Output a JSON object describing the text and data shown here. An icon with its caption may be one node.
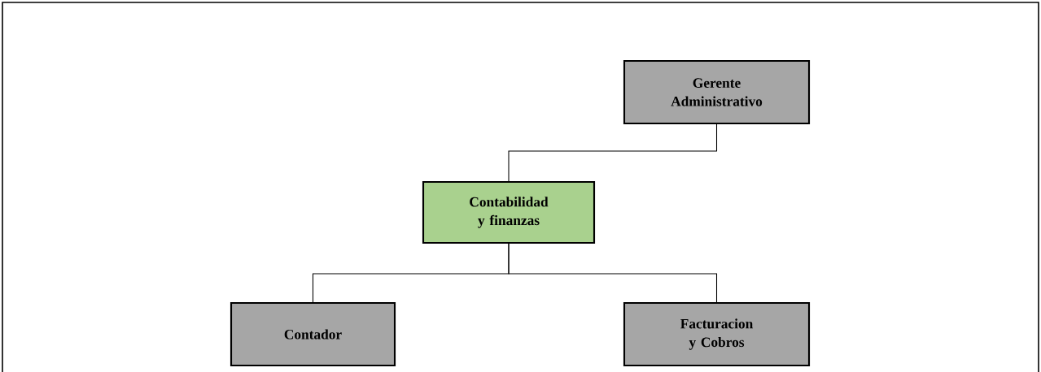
{
  "diagram": {
    "nodes": [
      {
        "text": [
          "Gerente Administrativo"
        ]
      },
      {
        "text": [
          "Contabilidad y finanzas"
        ]
      },
      {
        "text": [
          "Contador"
        ]
      },
      {
        "text": [
          "Facturacion y Cobros"
        ]
      }
    ],
    "edges": [
      {
        "from": 0,
        "to": 1,
        "arrow": "none"
      },
      {
        "from": 1,
        "to": 2,
        "arrow": "none"
      },
      {
        "from": 1,
        "to": 3,
        "arrow": "none"
      }
    ]
  }
}
